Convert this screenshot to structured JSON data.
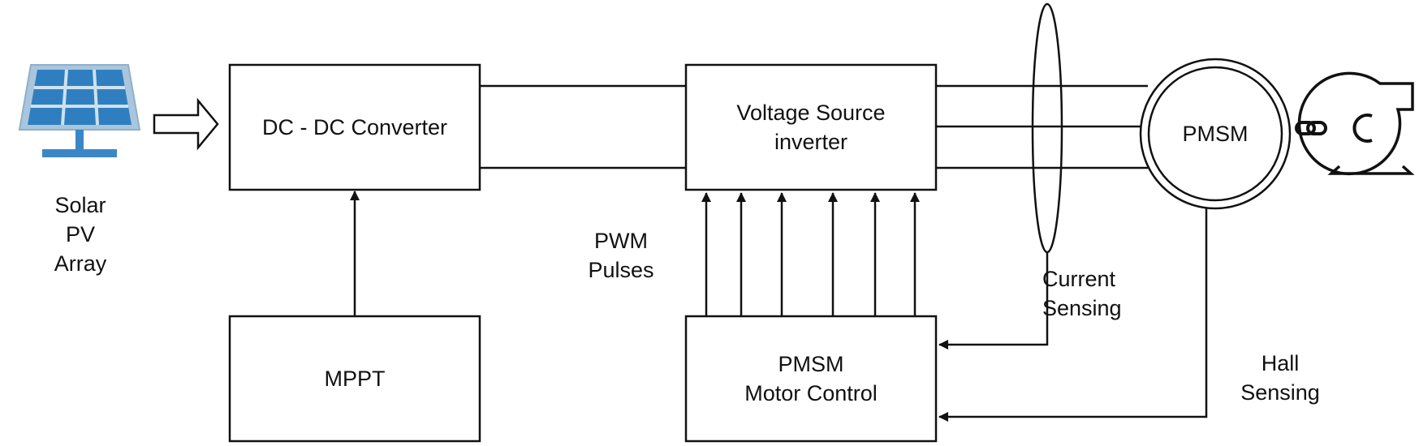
{
  "blocks": {
    "solar_pv": "Solar\nPV\nArray",
    "dcdc": "DC - DC Converter",
    "mppt": "MPPT",
    "vsi": "Voltage Source\ninverter",
    "control": "PMSM\nMotor Control",
    "motor": "PMSM"
  },
  "signals": {
    "pwm": "PWM\nPulses",
    "current": "Current\nSensing",
    "hall": "Hall\nSensing"
  },
  "icons": {
    "solar_panel": "solar-panel-icon",
    "coupling": "link-icon",
    "load": "centrifugal-pump-icon"
  },
  "colors": {
    "line": "#111111",
    "panel_fill": "#2f7fc0",
    "panel_frame": "#a9c6dd"
  }
}
